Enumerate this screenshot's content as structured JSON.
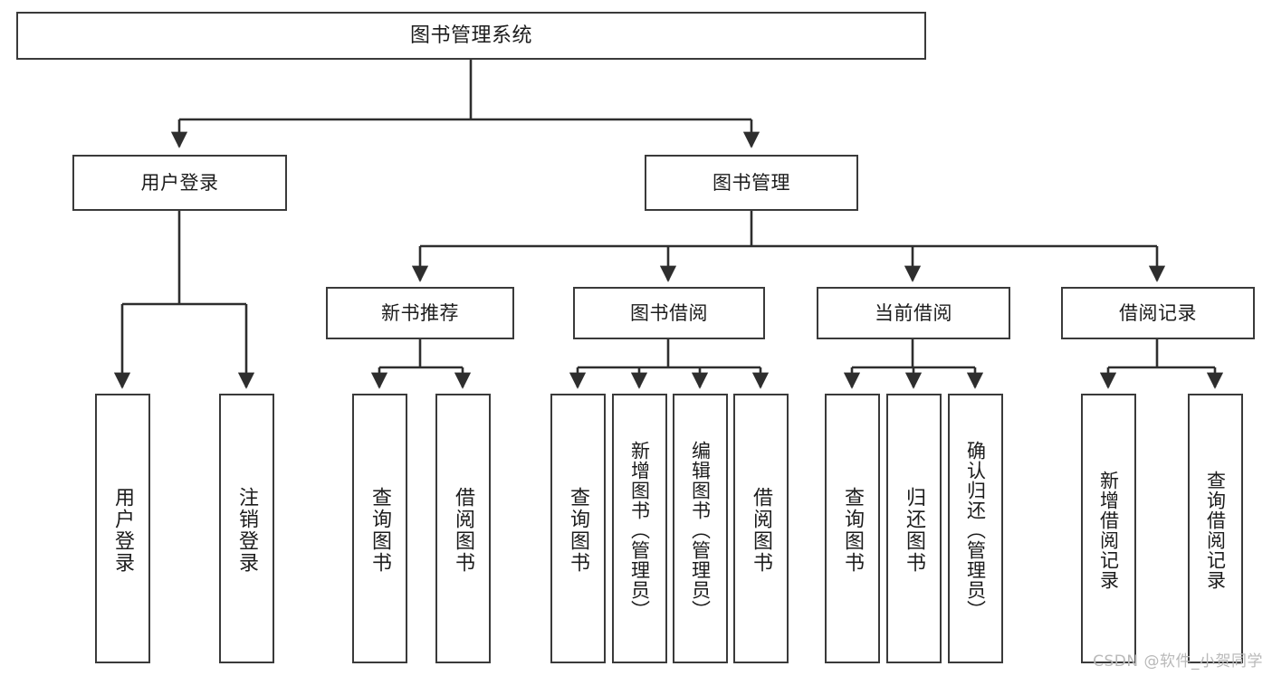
{
  "diagram": {
    "title": "图书管理系统",
    "watermark": "CSDN @软件_小贺同学",
    "colors": {
      "box_border": "#3a3a3a",
      "box_fill": "#ffffff",
      "line": "#2e2e2e",
      "text": "#1c1c1c",
      "watermark": "#b9b9b9",
      "background": "#ffffff"
    },
    "root": {
      "label": "图书管理系统"
    },
    "level2": [
      {
        "id": "user-login",
        "label": "用户登录"
      },
      {
        "id": "book-management",
        "label": "图书管理"
      }
    ],
    "level3": [
      {
        "id": "new-book-recommend",
        "label": "新书推荐"
      },
      {
        "id": "book-borrow",
        "label": "图书借阅"
      },
      {
        "id": "current-borrow",
        "label": "当前借阅"
      },
      {
        "id": "borrow-record",
        "label": "借阅记录"
      }
    ],
    "leaves": {
      "user_login": [
        {
          "id": "leaf-user-login",
          "label": "用户登录"
        },
        {
          "id": "leaf-logout",
          "label": "注销登录"
        }
      ],
      "new_book_recommend": [
        {
          "id": "leaf-query-book-1",
          "label": "查询图书"
        },
        {
          "id": "leaf-borrow-book-1",
          "label": "借阅图书"
        }
      ],
      "book_borrow": [
        {
          "id": "leaf-query-book-2",
          "label": "查询图书"
        },
        {
          "id": "leaf-add-book",
          "label": "新增图书（管理员）"
        },
        {
          "id": "leaf-edit-book",
          "label": "编辑图书（管理员）"
        },
        {
          "id": "leaf-borrow-book-2",
          "label": "借阅图书"
        }
      ],
      "current_borrow": [
        {
          "id": "leaf-query-book-3",
          "label": "查询图书"
        },
        {
          "id": "leaf-return-book",
          "label": "归还图书"
        },
        {
          "id": "leaf-confirm-return",
          "label": "确认归还（管理员）"
        }
      ],
      "borrow_record": [
        {
          "id": "leaf-add-record",
          "label": "新增借阅记录"
        },
        {
          "id": "leaf-query-record",
          "label": "查询借阅记录"
        }
      ]
    }
  }
}
